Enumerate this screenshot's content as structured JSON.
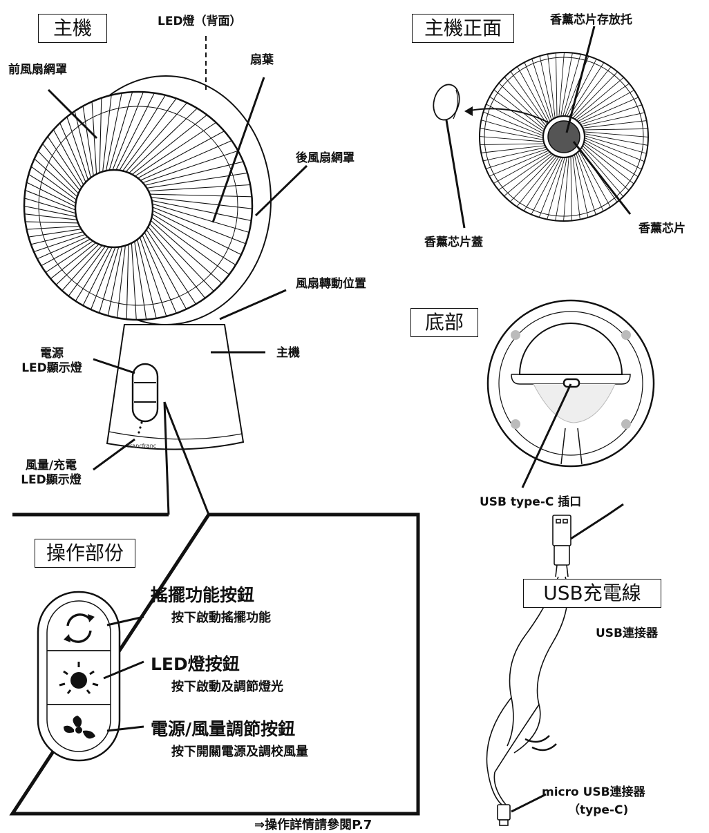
{
  "sections": {
    "main_unit": "主機",
    "front_view": "主機正面",
    "bottom": "底部",
    "operation": "操作部份",
    "cable": "USB充電線"
  },
  "main_labels": {
    "led_back": "LED燈（背面）",
    "front_guard": "前風扇網罩",
    "blade": "扇葉",
    "rear_guard": "後風扇網罩",
    "pivot": "風扇轉動位置",
    "body": "主機",
    "power_led_line1": "電源",
    "power_led_line2": "LED顯示燈",
    "wind_led_line1": "風量/充電",
    "wind_led_line2": "LED顯示燈",
    "brand": "Francfranc"
  },
  "front_labels": {
    "holder": "香薰芯片存放托",
    "cover": "香薰芯片蓋",
    "chip": "香薰芯片"
  },
  "bottom_labels": {
    "port": "USB type-C 插口"
  },
  "buttons": [
    {
      "title": "搖擺功能按鈕",
      "desc": "按下啟動搖擺功能"
    },
    {
      "title": "LED燈按鈕",
      "desc": "按下啟動及調節燈光"
    },
    {
      "title": "電源/風量調節按鈕",
      "desc": "按下開關電源及調校風量"
    }
  ],
  "cable_labels": {
    "usb": "USB連接器",
    "micro_line1": "micro USB連接器",
    "micro_line2": "（type-C)"
  },
  "footnote": "⇒操作詳情請參閱P.7"
}
